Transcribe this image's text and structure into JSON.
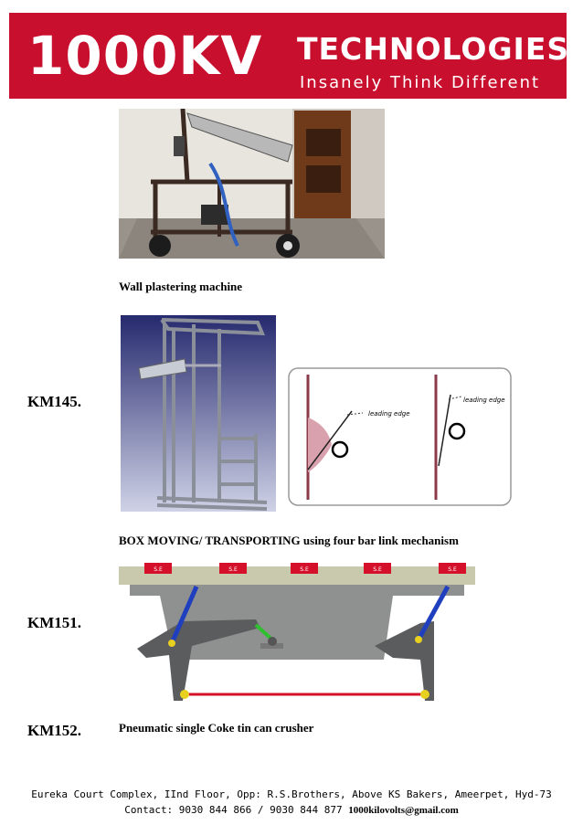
{
  "header": {
    "brand": "1000KV",
    "company": "TECHNOLOGIES",
    "tagline": "Insanely Think Different"
  },
  "projects": [
    {
      "code": "",
      "title": "Wall plastering machine"
    },
    {
      "code": "KM145.",
      "title": "BOX MOVING/ TRANSPORTING using four bar link mechanism"
    },
    {
      "code": "KM151.",
      "title": ""
    },
    {
      "code": "KM152.",
      "title": "Pneumatic single Coke tin can crusher"
    }
  ],
  "diagram_labels": {
    "leading_edge_left": "leading edge",
    "leading_edge_right": "leading edge",
    "block_label": "S.E"
  },
  "footer": {
    "address": "Eureka Court Complex, IInd Floor, Opp: R.S.Brothers, Above KS Bakers, Ameerpet, Hyd-73",
    "contact": "Contact:  9030 844 866   / 9030 844 877",
    "email": "1000kilovolts@gmail.com"
  },
  "colors": {
    "banner": "#c8102e",
    "cad_background": "#262a6e"
  }
}
